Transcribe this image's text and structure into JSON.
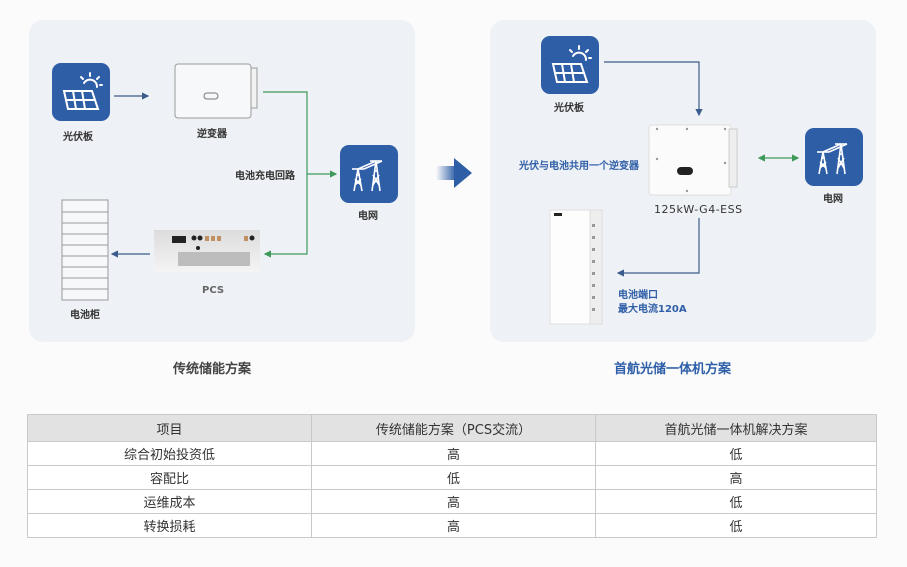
{
  "left": {
    "pv_label": "光伏板",
    "inverter_label": "逆变器",
    "loop_label": "电池充电回路",
    "grid_label": "电网",
    "pcs_label": "PCS",
    "battery_cabinet_label": "电池柜",
    "caption": "传统储能方案"
  },
  "right": {
    "pv_label": "光伏板",
    "shared_label": "光伏与电池共用一个逆变器",
    "model_label": "125kW-G4-ESS",
    "grid_label": "电网",
    "battery_port_line1": "电池端口",
    "battery_port_line2": "最大电流120A",
    "caption": "首航光储一体机方案"
  },
  "colors": {
    "accent_blue": "#2e5ea6",
    "line_green": "#3e9a5a",
    "panel_bg": "#eef1f5"
  },
  "table": {
    "headers": [
      "项目",
      "传统储能方案（PCS交流）",
      "首航光储一体机解决方案"
    ],
    "rows": [
      [
        "综合初始投资低",
        "高",
        "低"
      ],
      [
        "容配比",
        "低",
        "高"
      ],
      [
        "运维成本",
        "高",
        "低"
      ],
      [
        "转换损耗",
        "高",
        "低"
      ]
    ]
  }
}
